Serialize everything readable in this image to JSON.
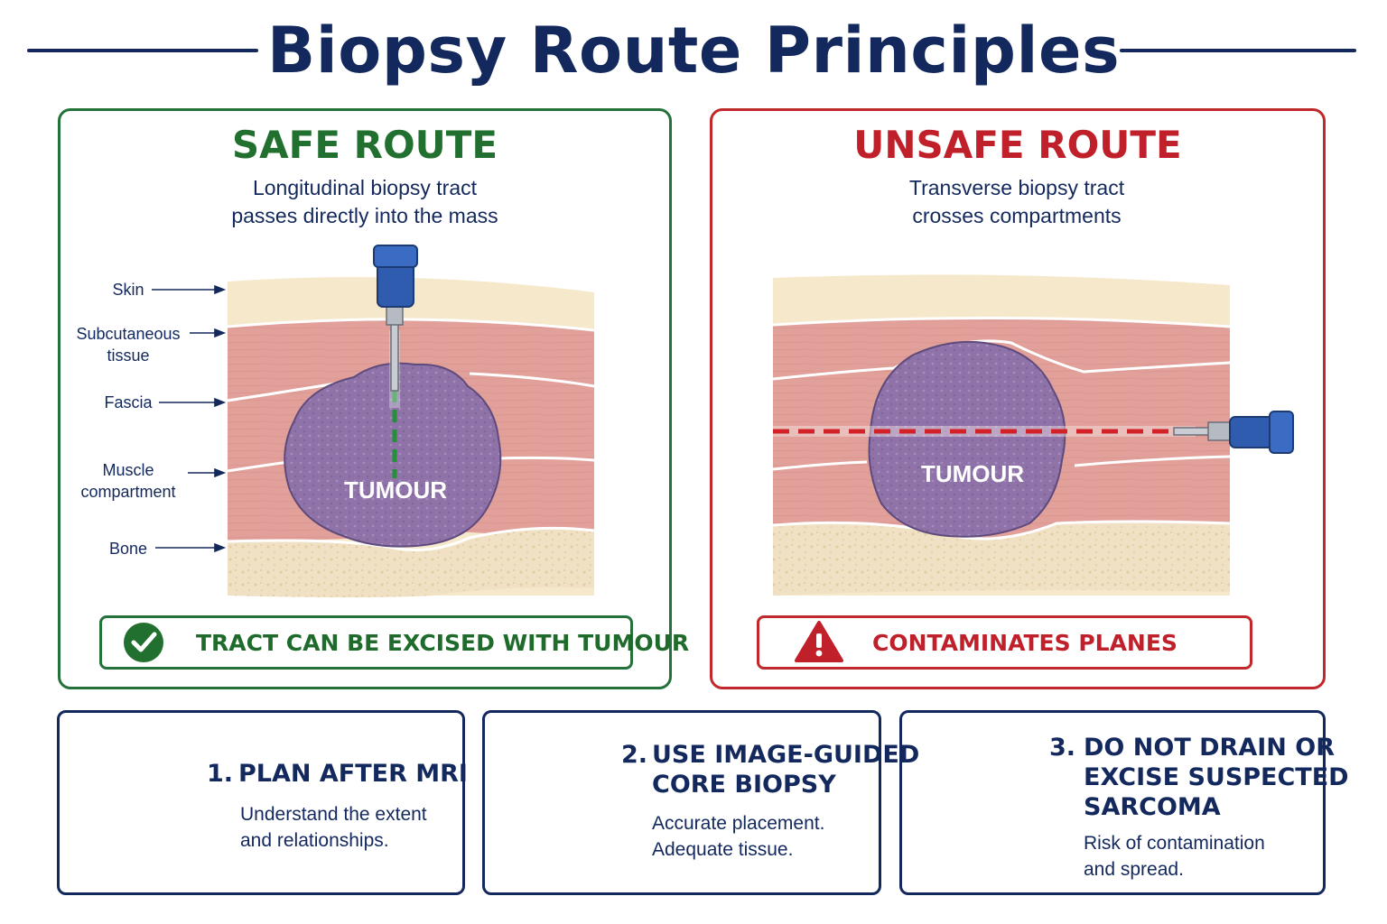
{
  "title": "Biopsy Route Principles",
  "colors": {
    "navy": "#13285c",
    "safe_green": "#24713a",
    "unsafe_red": "#c0282b",
    "skin": "#f6e8cb",
    "muscle": "#e2a09a",
    "tumour": "#8e72a8",
    "bone": "#f1e1c4",
    "needle_blue": "#2f5cae"
  },
  "safe": {
    "heading": "SAFE ROUTE",
    "subtitle_line1": "Longitudinal biopsy tract",
    "subtitle_line2": "passes directly into the mass",
    "tumour_label": "TUMOUR",
    "status": "TRACT CAN BE EXCISED WITH TUMOUR",
    "status_icon": "check-circle-icon",
    "labels": {
      "skin": "Skin",
      "subcutaneous_line1": "Subcutaneous",
      "subcutaneous_line2": "tissue",
      "fascia": "Fascia",
      "muscle_line1": "Muscle",
      "muscle_line2": "compartment",
      "bone": "Bone"
    }
  },
  "unsafe": {
    "heading": "UNSAFE ROUTE",
    "subtitle_line1": "Transverse biopsy tract",
    "subtitle_line2": "crosses compartments",
    "tumour_label": "TUMOUR",
    "status": "CONTAMINATES PLANES",
    "status_icon": "warning-triangle-icon"
  },
  "principles": [
    {
      "number": "1.",
      "heading_line1": "PLAN AFTER MRI",
      "body_line1": "Understand the extent",
      "body_line2": "and relationships.",
      "icon": "mri-scanner-icon"
    },
    {
      "number": "2.",
      "heading_line1": "USE IMAGE-GUIDED",
      "heading_line2": "CORE BIOPSY",
      "body_line1": "Accurate placement.",
      "body_line2": "Adequate tissue.",
      "icon": "targeted-needle-icon"
    },
    {
      "number": "3.",
      "heading_line1": "DO NOT DRAIN OR",
      "heading_line2": "EXCISE SUSPECTED",
      "heading_line3": "SARCOMA",
      "body_line1": "Risk of contamination",
      "body_line2": "and spread.",
      "icon": "no-scalpel-icon"
    }
  ]
}
